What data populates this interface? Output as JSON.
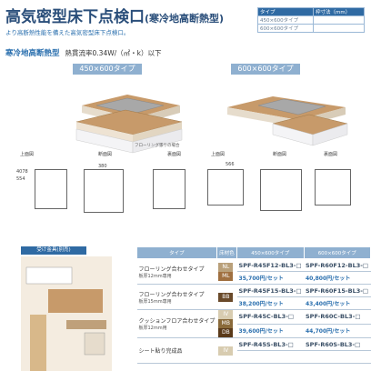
{
  "header": {
    "title": "高気密型床下点検口",
    "title_suffix": "(寒冷地高断熱型)",
    "subtitle": "より高断熱性能を備えた高気密型床下点検口。",
    "table": [
      [
        "タイプ",
        "枠寸法（mm）"
      ],
      [
        "450×600タイプ",
        ""
      ],
      [
        "600×600タイプ",
        ""
      ]
    ]
  },
  "section": {
    "title": "寒冷地高断熱型",
    "note": "熱貫流率0.34W/（㎡・k）以下"
  },
  "types": {
    "left": "450×600タイプ",
    "right": "600×600タイプ"
  },
  "caption": "フローリング張りの場合",
  "plans": {
    "p1": "上面図",
    "p2": "断面図",
    "p3": "裏面図",
    "p4": "上面図",
    "p5": "断面図",
    "p6": "裏面図",
    "d1": "4078",
    "d2": "554",
    "d3": "380",
    "d4": "566"
  },
  "list_title": "受け金具(別売)",
  "spec": {
    "headers": [
      "タイプ",
      "床材色",
      "450×600タイプ",
      "600×600タイプ"
    ],
    "rows": [
      {
        "name": "フローリング合わせタイプ",
        "sub": "板厚12mm専用",
        "swatches": [
          [
            "NL",
            "#b9a07a"
          ],
          [
            "ML",
            "#a07040"
          ]
        ],
        "m1": "SPF-R45F12-BL3-□",
        "m2": "SPF-R60F12-BL3-□",
        "p1": "35,700円/セット",
        "p2": "40,800円/セット"
      },
      {
        "name": "フローリング合わせタイプ",
        "sub": "板厚15mm専用",
        "swatches": [
          [
            "BB",
            "#6a4a2a"
          ]
        ],
        "m1": "SPF-R45F15-BL3-□",
        "m2": "SPF-R60F15-BL3-□",
        "p1": "38,200円/セット",
        "p2": "43,400円/セット"
      },
      {
        "name": "クッションフロア合わせタイプ",
        "sub": "板厚12mm用",
        "swatches": [
          [
            "IV",
            "#d8ccb0"
          ],
          [
            "MB",
            "#8a6a3a"
          ],
          [
            "DB",
            "#5a3a1a"
          ]
        ],
        "m1": "SPF-R45C-BL3-□",
        "m2": "SPF-R60C-BL3-□",
        "p1": "39,600円/セット",
        "p2": "44,700円/セット"
      },
      {
        "name": "シート貼り完成品",
        "sub": "",
        "swatches": [
          [
            "IV",
            "#d8ccb0"
          ]
        ],
        "m1": "SPF-R45S-BL3-□",
        "m2": "SPF-R60S-BL3-□",
        "p1": "",
        "p2": ""
      }
    ]
  }
}
